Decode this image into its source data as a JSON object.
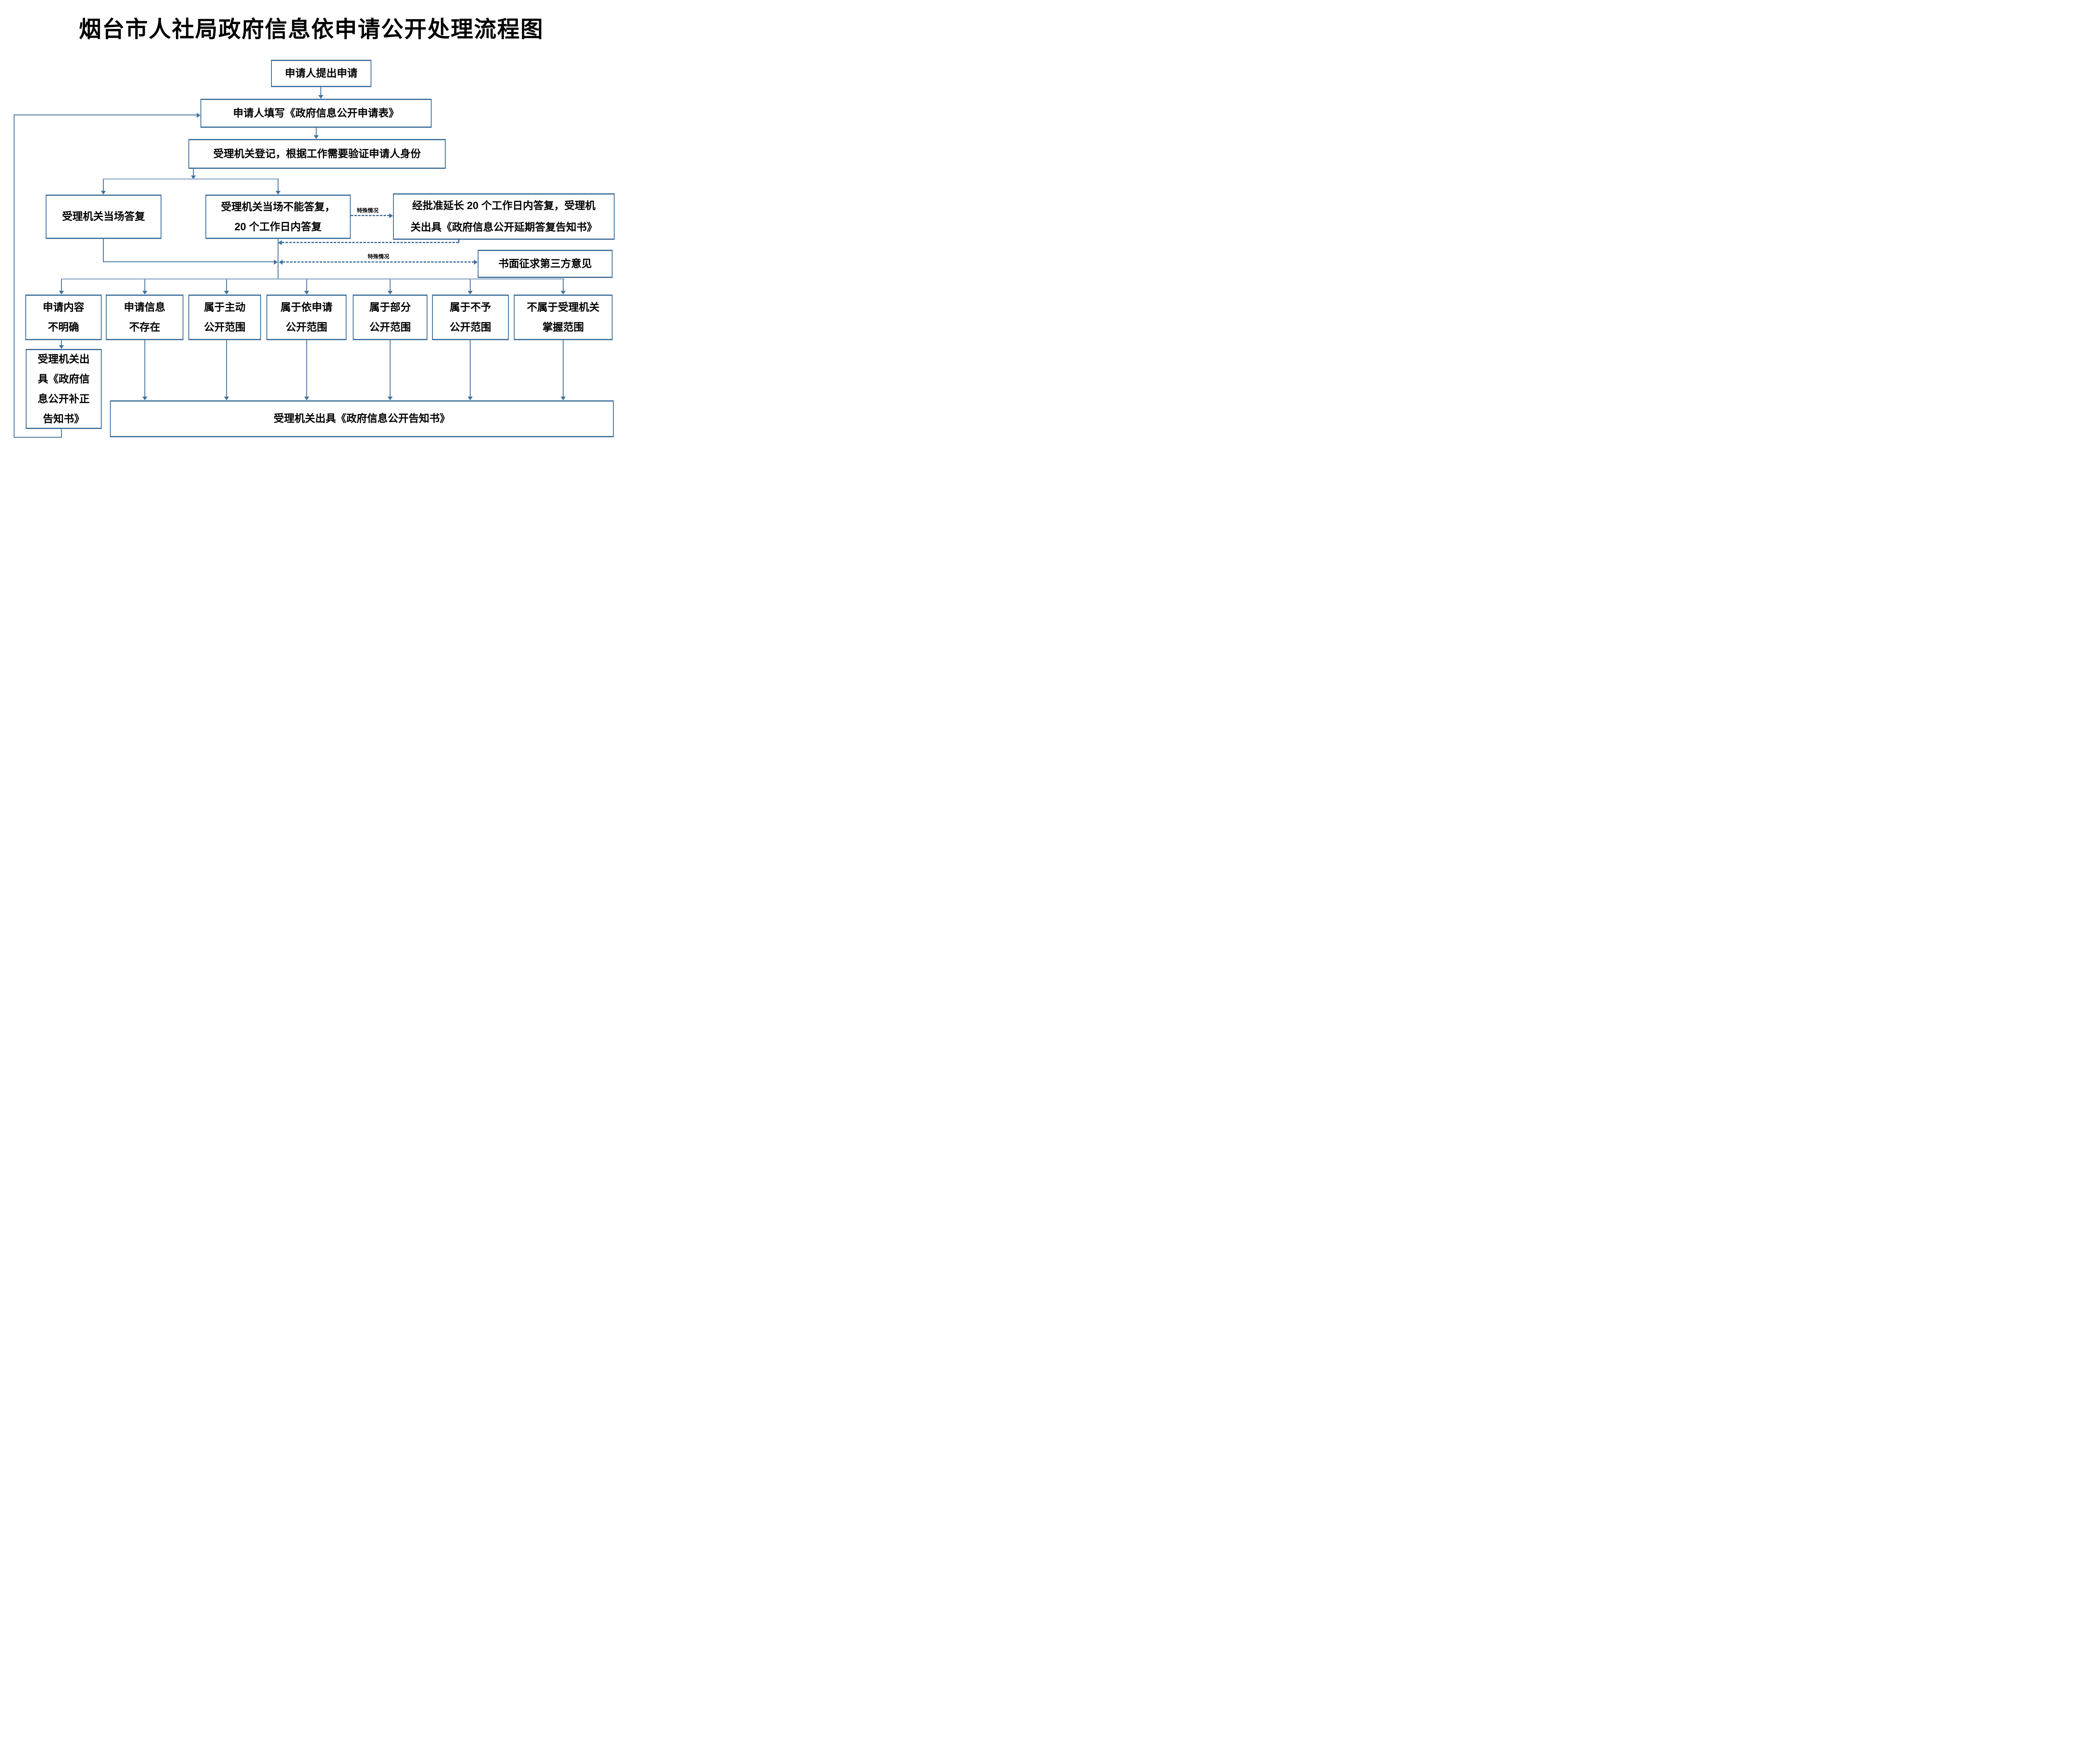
{
  "title": "烟台市人社局政府信息依申请公开处理流程图",
  "colors": {
    "line_dark": "#41719C",
    "line_light": "#9FB6CF",
    "text": "#000000",
    "background": "#FFFFFF"
  },
  "nodes": {
    "apply": "申请人提出申请",
    "fill_form": "申请人填写《政府信息公开申请表》",
    "register": "受理机关登记，根据工作需要验证申请人身份",
    "onspot_reply": "受理机关当场答复",
    "delayed_reply": "受理机关当场不能答复，\n20 个工作日内答复",
    "extended_reply": "经批准延长 20 个工作日内答复，受理机\n关出具《政府信息公开延期答复告知书》",
    "third_party": "书面征求第三方意见",
    "unclear": "申请内容\n不明确",
    "not_exist": "申请信息\n不存在",
    "proactive": "属于主动\n公开范围",
    "on_request": "属于依申请\n公开范围",
    "partial": "属于部分\n公开范围",
    "non_disclosure": "属于不予\n公开范围",
    "not_held": "不属于受理机关\n掌握范围",
    "correction_notice": "受理机关出\n具《政府信\n息公开补正\n告知书》",
    "disclosure_notice": "受理机关出具《政府信息公开告知书》"
  },
  "edge_labels": {
    "special_case_1": "特殊情况",
    "special_case_2": "特殊情况"
  }
}
